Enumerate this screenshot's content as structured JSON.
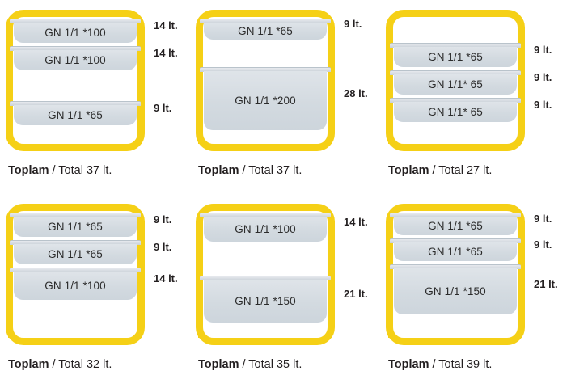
{
  "theme": {
    "frame_color": "#f5d016",
    "pan_color": "#d5dbe1",
    "text_color": "#231f20",
    "background": "#ffffff"
  },
  "labels": {
    "total_prefix": "Toplam",
    "total_separator": " / Total ",
    "unit": " lt."
  },
  "panels": [
    {
      "id": "config-1",
      "total_bold": "Toplam",
      "total_rest": "/ Total 37 lt.",
      "total_value": 37,
      "slots": [
        {
          "occupied": true,
          "label": "GN 1/1 *100",
          "capacity": "14 lt.",
          "height": 34
        },
        {
          "occupied": true,
          "label": "GN 1/1 *100",
          "capacity": "14 lt.",
          "height": 34
        },
        {
          "occupied": false,
          "label": "",
          "capacity": "",
          "height": 34
        },
        {
          "occupied": true,
          "label": "GN 1/1 *65",
          "capacity": "9 lt.",
          "height": 34
        },
        {
          "occupied": false,
          "label": "",
          "capacity": "",
          "height": 21
        }
      ]
    },
    {
      "id": "config-2",
      "total_bold": "Toplam",
      "total_rest": "/ Total 37 lt.",
      "total_value": 37,
      "slots": [
        {
          "occupied": true,
          "label": "GN 1/1 *65",
          "capacity": "9 lt.",
          "height": 30
        },
        {
          "occupied": false,
          "label": "",
          "capacity": "",
          "height": 30
        },
        {
          "occupied": true,
          "label": "GN 1/1 *200",
          "capacity": "28 lt.",
          "height": 82
        },
        {
          "occupied": false,
          "label": "",
          "capacity": "",
          "height": 15
        }
      ]
    },
    {
      "id": "config-3",
      "total_bold": "Toplam",
      "total_rest": "/ Total 27 lt.",
      "total_value": 27,
      "slots": [
        {
          "occupied": false,
          "label": "",
          "capacity": "",
          "height": 30
        },
        {
          "occupied": true,
          "label": "GN 1/1 *65",
          "capacity": "9 lt.",
          "height": 34
        },
        {
          "occupied": true,
          "label": "GN 1/1* 65",
          "capacity": "9 lt.",
          "height": 34
        },
        {
          "occupied": true,
          "label": "GN 1/1* 65",
          "capacity": "9 lt.",
          "height": 34
        },
        {
          "occupied": false,
          "label": "",
          "capacity": "",
          "height": 25
        }
      ]
    },
    {
      "id": "config-4",
      "total_bold": "Toplam",
      "total_rest": "/ Total 32 lt.",
      "total_value": 32,
      "slots": [
        {
          "occupied": true,
          "label": "GN 1/1 *65",
          "capacity": "9 lt.",
          "height": 34
        },
        {
          "occupied": true,
          "label": "GN 1/1 *65",
          "capacity": "9 lt.",
          "height": 34
        },
        {
          "occupied": true,
          "label": "GN 1/1 *100",
          "capacity": "14 lt.",
          "height": 44
        },
        {
          "occupied": false,
          "label": "",
          "capacity": "",
          "height": 45
        }
      ]
    },
    {
      "id": "config-5",
      "total_bold": "Toplam",
      "total_rest": "/ Total 35 lt.",
      "total_value": 35,
      "slots": [
        {
          "occupied": true,
          "label": "GN 1/1 *100",
          "capacity": "14 lt.",
          "height": 40
        },
        {
          "occupied": false,
          "label": "",
          "capacity": "",
          "height": 38
        },
        {
          "occupied": true,
          "label": "GN 1/1 *150",
          "capacity": "21 lt.",
          "height": 62
        },
        {
          "occupied": false,
          "label": "",
          "capacity": "",
          "height": 17
        }
      ]
    },
    {
      "id": "config-6",
      "total_bold": "Toplam",
      "total_rest": "/ Total 39 lt.",
      "total_value": 39,
      "slots": [
        {
          "occupied": true,
          "label": "GN 1/1 *65",
          "capacity": "9 lt.",
          "height": 32
        },
        {
          "occupied": true,
          "label": "GN 1/1 *65",
          "capacity": "9 lt.",
          "height": 32
        },
        {
          "occupied": true,
          "label": "GN 1/1 *150",
          "capacity": "21 lt.",
          "height": 66
        },
        {
          "occupied": false,
          "label": "",
          "capacity": "",
          "height": 27
        }
      ]
    }
  ]
}
